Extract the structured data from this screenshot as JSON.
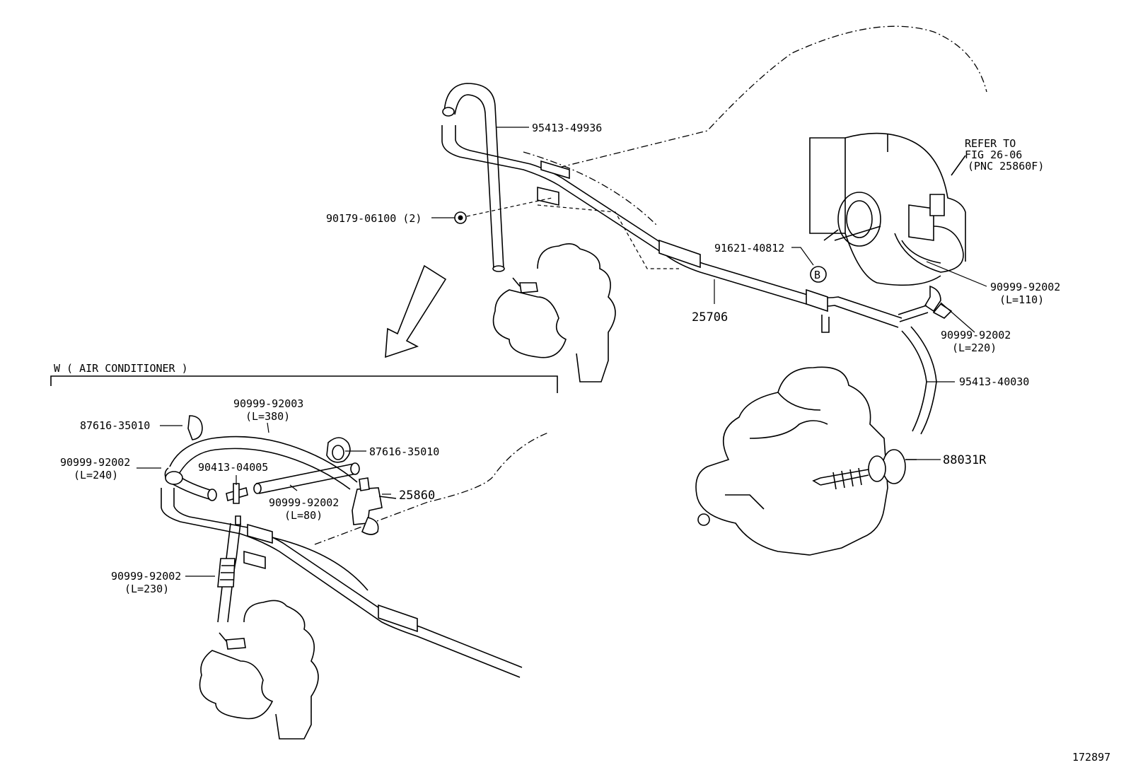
{
  "diagram_id": "172897",
  "inset_title": "W ( AIR  CONDITIONER )",
  "refer_note": [
    "REFER  TO",
    "FIG  26-06",
    "(PNC  25860F)"
  ],
  "callout_b": "B",
  "labels": {
    "p95413_49936": "95413-49936",
    "p90179_06100": "90179-06100 (2)",
    "p91621_40812": "91621-40812",
    "p25706": "25706",
    "p90999_92002_110": "90999-92002",
    "p90999_92002_110_len": "(L=110)",
    "p90999_92002_220": "90999-92002",
    "p90999_92002_220_len": "(L=220)",
    "p95413_40030": "95413-40030",
    "p88031R": "88031R",
    "p90999_92003": "90999-92003",
    "p90999_92003_len": "(L=380)",
    "p87616_35010_a": "87616-35010",
    "p87616_35010_b": "87616-35010",
    "p90999_92002_240": "90999-92002",
    "p90999_92002_240_len": "(L=240)",
    "p90413_04005": "90413-04005",
    "p90999_92002_80": "90999-92002",
    "p90999_92002_80_len": "(L=80)",
    "p25860": "25860",
    "p90999_92002_230": "90999-92002",
    "p90999_92002_230_len": "(L=230)"
  }
}
